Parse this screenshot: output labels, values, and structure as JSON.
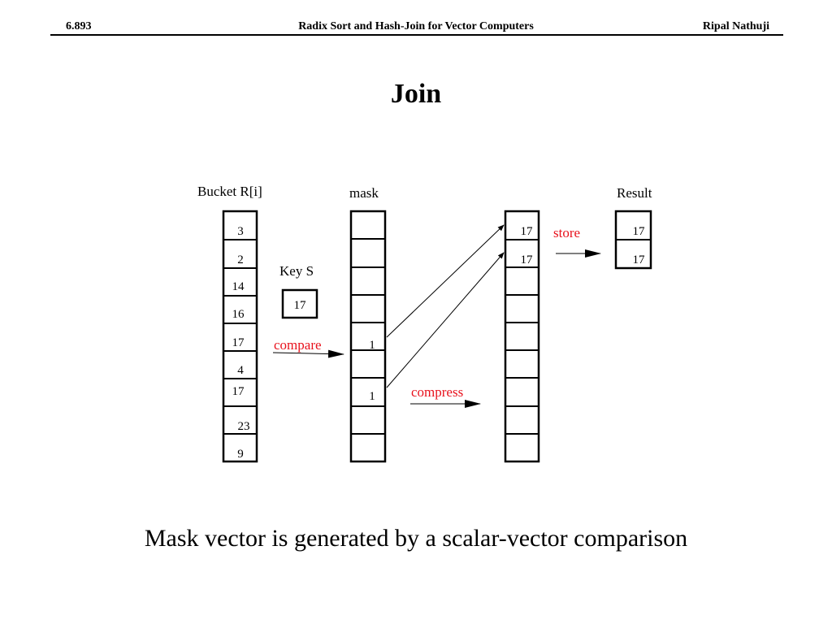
{
  "header": {
    "course": "6.893",
    "title": "Radix Sort and Hash-Join for Vector Computers",
    "author": "Ripal Nathuji"
  },
  "slide": {
    "title": "Join",
    "caption": "Mask vector is generated by a scalar-vector comparison"
  },
  "diagram": {
    "bucket": {
      "label": "Bucket R[i]",
      "values": [
        "3",
        "2",
        "14",
        "16",
        "17",
        "4",
        "17",
        "23",
        "9"
      ]
    },
    "key": {
      "label": "Key S",
      "value": "17"
    },
    "mask": {
      "label": "mask",
      "values": [
        "",
        "",
        "",
        "",
        "1",
        "",
        "1",
        "",
        ""
      ]
    },
    "compressed": {
      "values": [
        "17",
        "17",
        "",
        "",
        "",
        "",
        "",
        "",
        ""
      ]
    },
    "result": {
      "label": "Result",
      "values": [
        "17",
        "17"
      ]
    },
    "actions": {
      "compare": "compare",
      "compress": "compress",
      "store": "store"
    },
    "colors": {
      "action_text": "#e8111c"
    }
  }
}
